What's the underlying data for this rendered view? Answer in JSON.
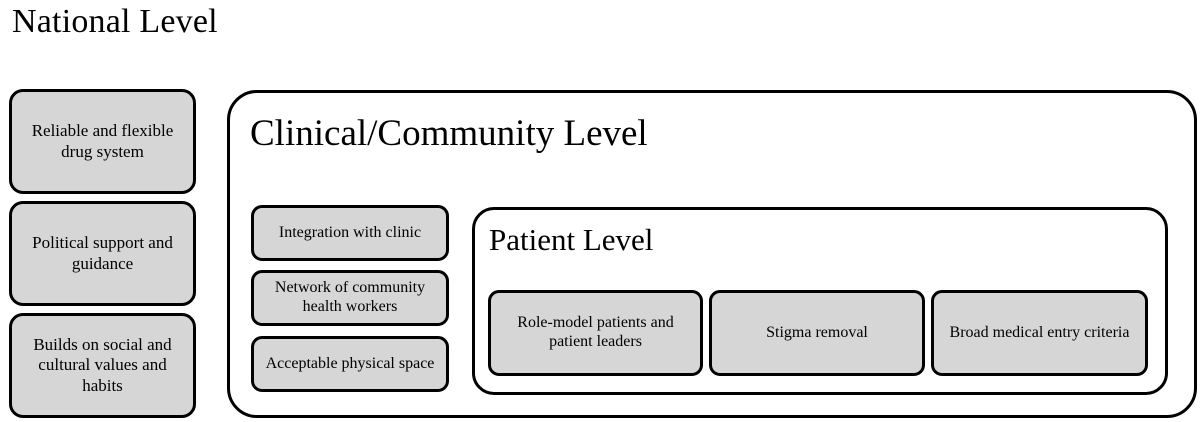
{
  "diagram": {
    "type": "nested-framework-diagram",
    "background_color": "#ffffff",
    "box_fill_color": "#d6d6d6",
    "border_color": "#000000",
    "national": {
      "title": "National Level",
      "boxes": [
        {
          "label": "Reliable and flexible drug system"
        },
        {
          "label": "Political support and guidance"
        },
        {
          "label": "Builds on social and cultural values and habits"
        }
      ]
    },
    "clinical": {
      "title": "Clinical/Community Level",
      "boxes": [
        {
          "label": "Integration with clinic"
        },
        {
          "label": "Network of community health workers"
        },
        {
          "label": "Acceptable physical space"
        }
      ]
    },
    "patient": {
      "title": "Patient Level",
      "boxes": [
        {
          "label": "Role-model patients and patient leaders"
        },
        {
          "label": "Stigma removal"
        },
        {
          "label": "Broad medical entry criteria"
        }
      ]
    }
  }
}
